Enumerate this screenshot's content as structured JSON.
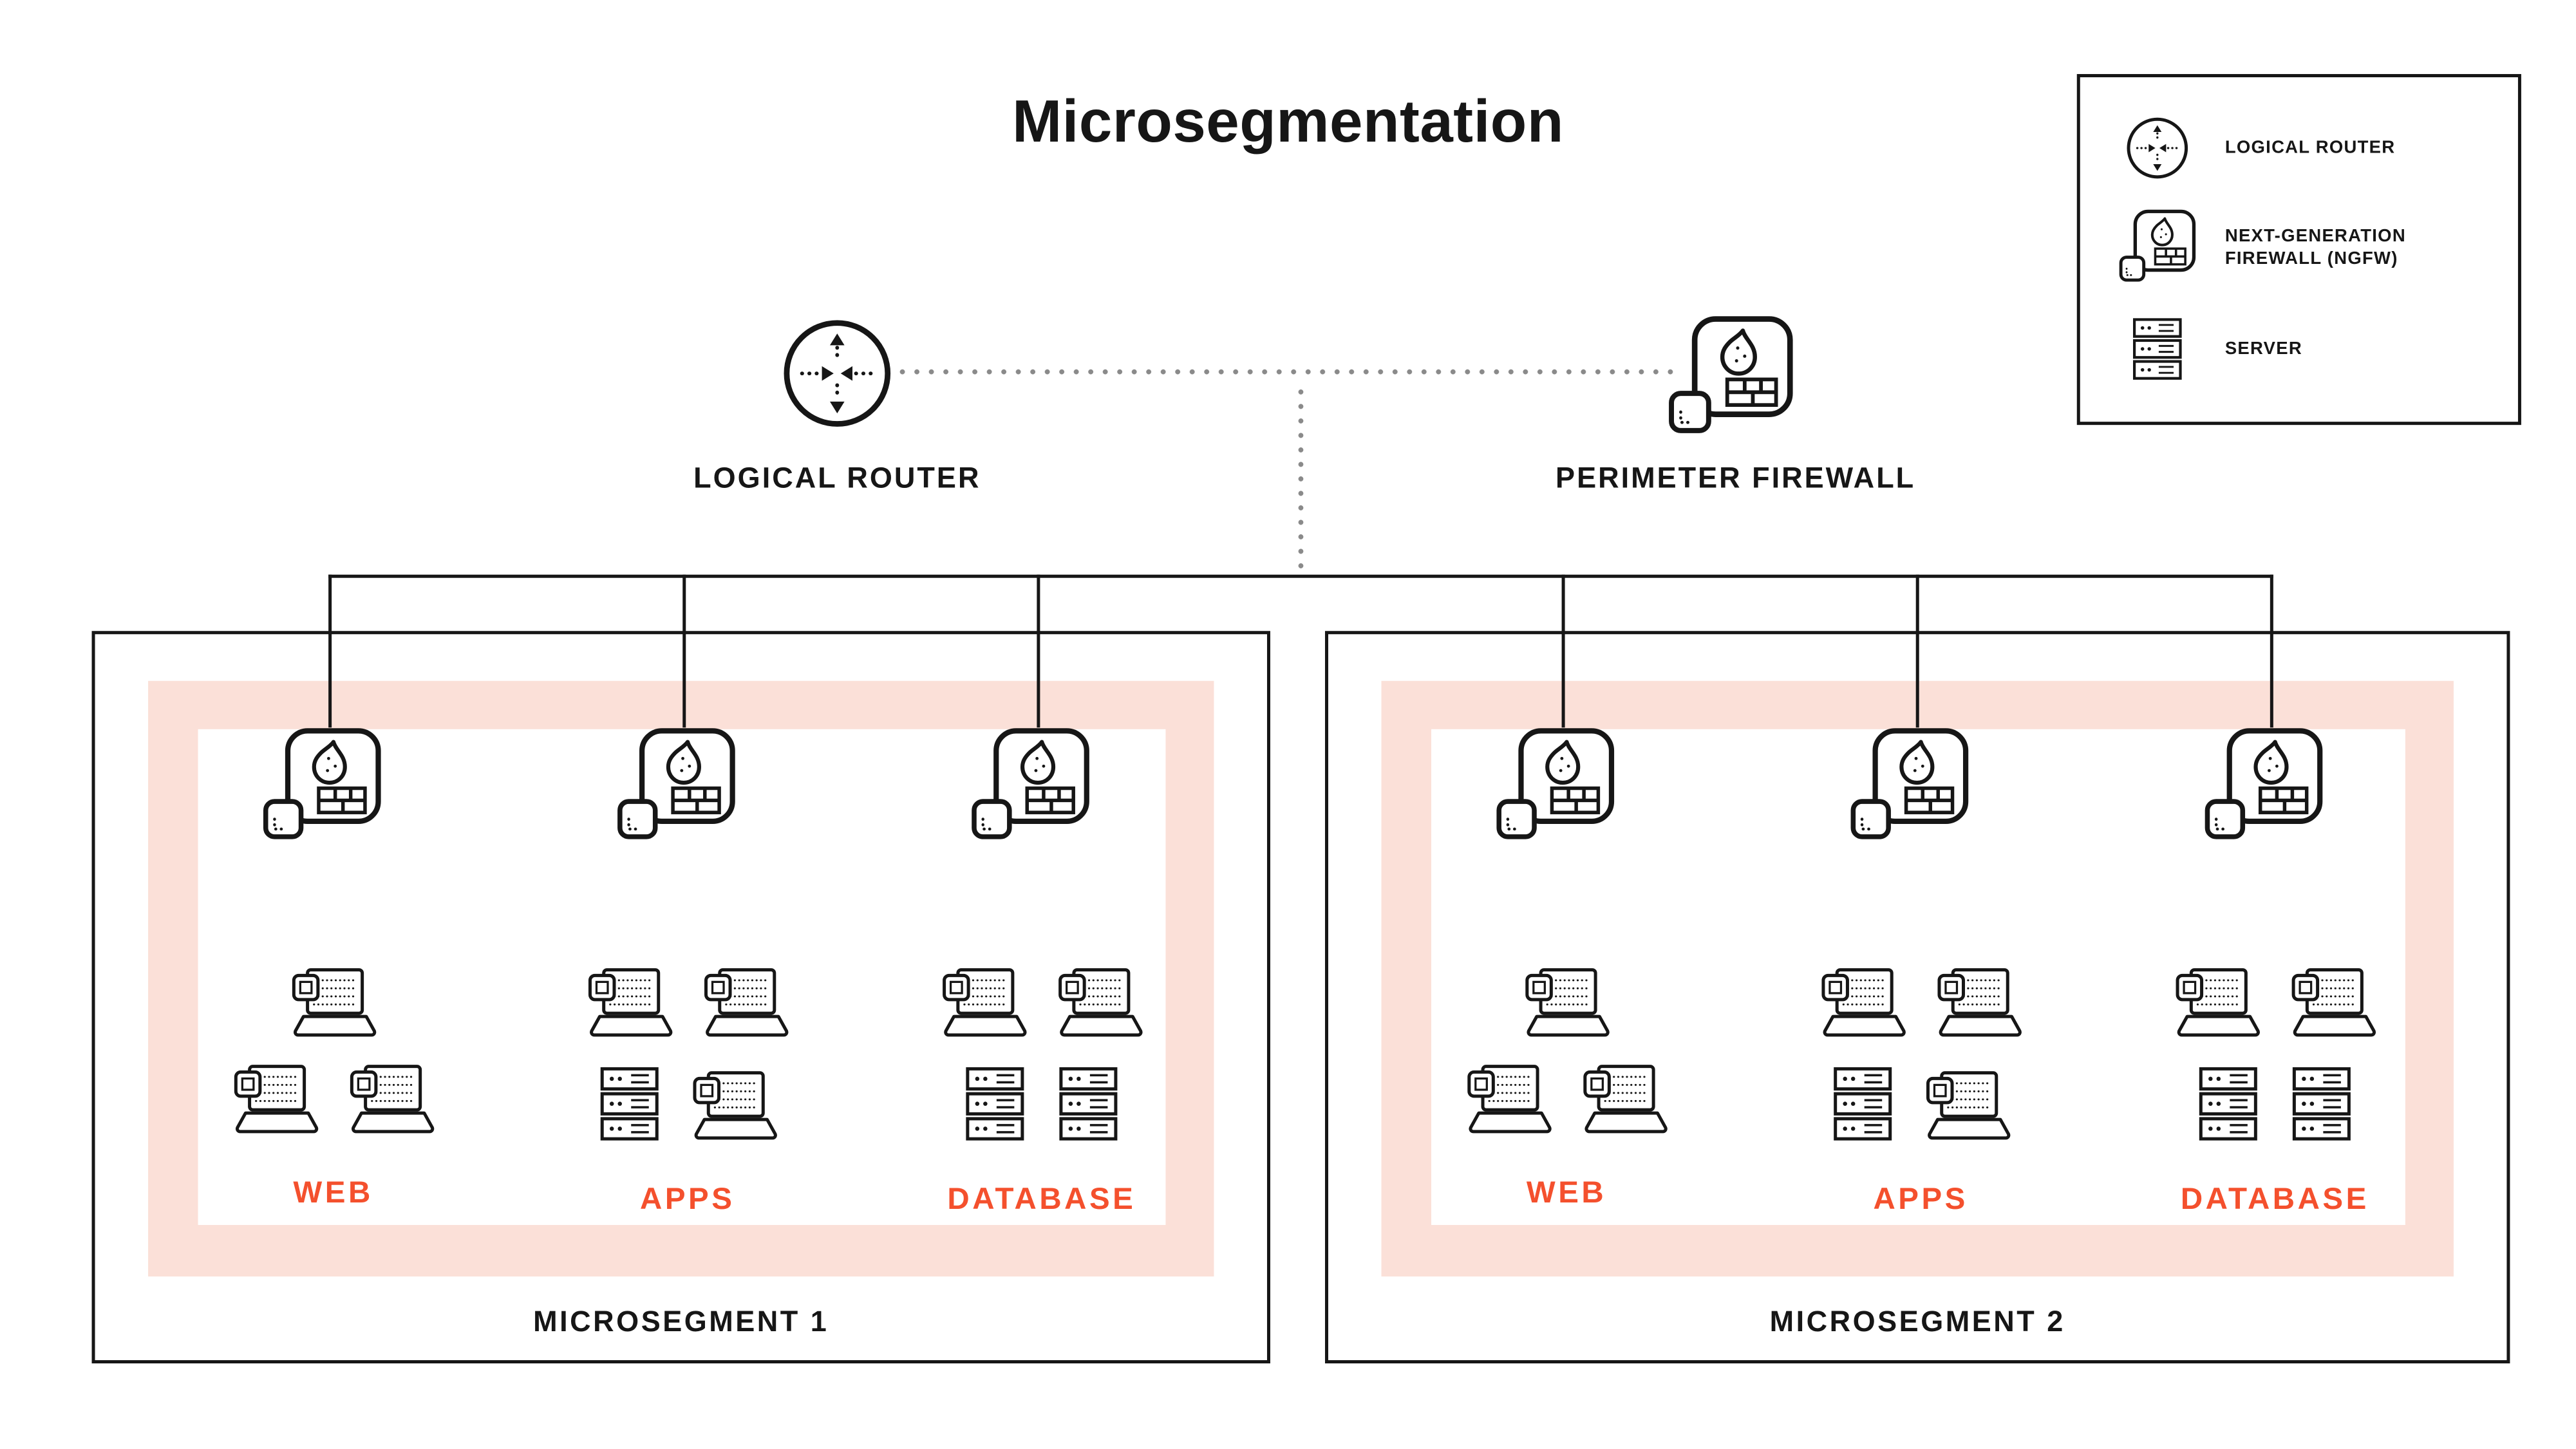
{
  "title": "Microsegmentation",
  "colors": {
    "accent": "#F4502D",
    "segment-bg": "#FBE0D8",
    "ink": "#161616",
    "connector": "#8A8A8A"
  },
  "legend": {
    "items": [
      {
        "icon": "logical-router-icon",
        "label": "LOGICAL ROUTER"
      },
      {
        "icon": "ngfw-icon",
        "label": "NEXT-GENERATION FIREWALL (NGFW)"
      },
      {
        "icon": "server-icon",
        "label": "SERVER"
      }
    ]
  },
  "topology": {
    "logical_router": {
      "icon": "logical-router-icon",
      "label": "LOGICAL ROUTER"
    },
    "perimeter_firewall": {
      "icon": "ngfw-icon",
      "label": "PERIMETER FIREWALL"
    }
  },
  "microsegments": [
    {
      "label": "MICROSEGMENT 1",
      "tiers": [
        {
          "label": "WEB",
          "firewall_icon": "ngfw-icon",
          "devices": [
            [
              "laptop"
            ],
            [
              "laptop",
              "laptop"
            ]
          ]
        },
        {
          "label": "APPS",
          "firewall_icon": "ngfw-icon",
          "devices": [
            [
              "laptop",
              "laptop"
            ],
            [
              "server",
              "laptop"
            ]
          ]
        },
        {
          "label": "DATABASE",
          "firewall_icon": "ngfw-icon",
          "devices": [
            [
              "laptop",
              "laptop"
            ],
            [
              "server",
              "server"
            ]
          ]
        }
      ]
    },
    {
      "label": "MICROSEGMENT 2",
      "tiers": [
        {
          "label": "WEB",
          "firewall_icon": "ngfw-icon",
          "devices": [
            [
              "laptop"
            ],
            [
              "laptop",
              "laptop"
            ]
          ]
        },
        {
          "label": "APPS",
          "firewall_icon": "ngfw-icon",
          "devices": [
            [
              "laptop",
              "laptop"
            ],
            [
              "server",
              "laptop"
            ]
          ]
        },
        {
          "label": "DATABASE",
          "firewall_icon": "ngfw-icon",
          "devices": [
            [
              "laptop",
              "laptop"
            ],
            [
              "server",
              "server"
            ]
          ]
        }
      ]
    }
  ]
}
